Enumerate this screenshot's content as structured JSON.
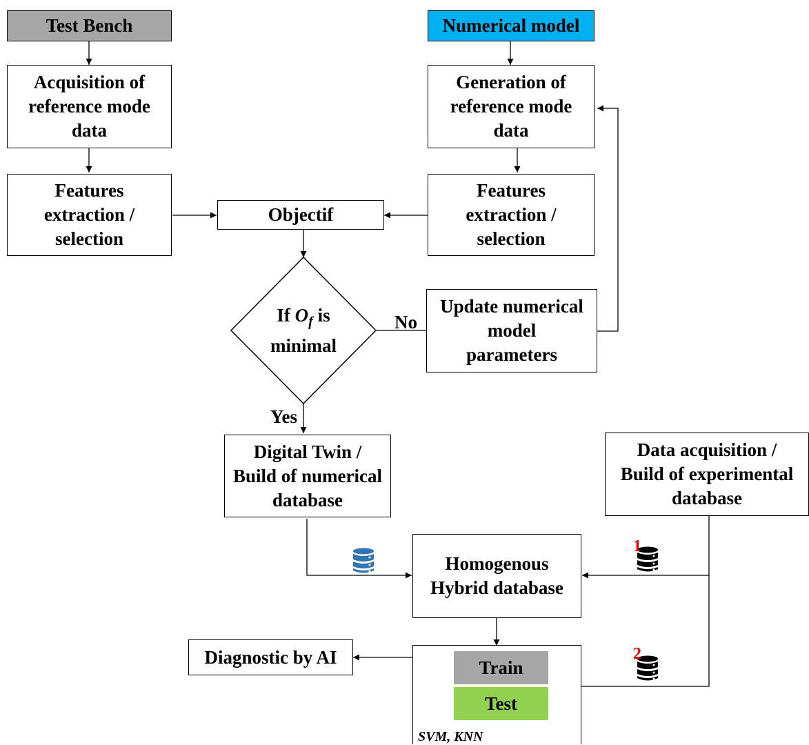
{
  "nodes": {
    "test_bench": "Test Bench",
    "numerical_model": "Numerical model",
    "acquisition": "Acquisition of\nreference mode\ndata",
    "generation": "Generation of\nreference mode\ndata",
    "features_left": "Features\nextraction /\nselection",
    "features_right": "Features\nextraction /\nselection",
    "objectif": "Objectif",
    "decision_prefix": "If ",
    "decision_symbol": "O",
    "decision_sub": "f",
    "decision_suffix": " is",
    "decision_line2": "minimal",
    "update": "Update numerical\nmodel\nparameters",
    "digital_twin": "Digital Twin /\nBuild of numerical\ndatabase",
    "data_acquisition": "Data acquisition /\nBuild of experimental\ndatabase",
    "hybrid": "Homogenous\nHybrid database",
    "train": "Train",
    "test": "Test",
    "diagnostic": "Diagnostic by AI",
    "algorithms": "SVM, KNN"
  },
  "labels": {
    "no": "No",
    "yes": "Yes",
    "marker_1": "1",
    "marker_2": "2"
  },
  "colors": {
    "test_bench_fill": "#a6a6a6",
    "numerical_model_fill": "#00b0f0",
    "train_fill": "#a6a6a6",
    "test_fill": "#92d050",
    "numerical_db_icon": "#2e75b6",
    "experimental_db_icon": "#000000",
    "marker_color": "#e00000"
  },
  "icons": [
    "database-icon"
  ]
}
